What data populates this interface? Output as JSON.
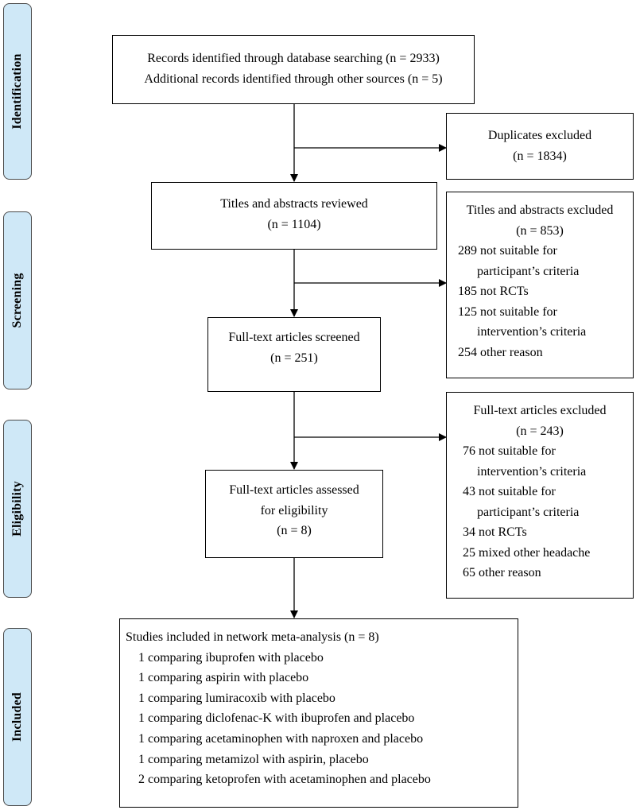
{
  "stages": [
    "Identification",
    "Screening",
    "Eligibility",
    "Included"
  ],
  "boxes": {
    "records": {
      "lines": [
        "Records identified through database searching (n = 2933)",
        "Additional records identified through other sources (n = 5)"
      ]
    },
    "duplicates": {
      "lines": [
        "Duplicates excluded",
        "(n = 1834)"
      ]
    },
    "titles_reviewed": {
      "lines": [
        "Titles and abstracts reviewed",
        "(n = 1104)"
      ]
    },
    "titles_excluded": {
      "header": [
        "Titles and abstracts excluded",
        "(n = 853)"
      ],
      "items": [
        "289 not suitable for",
        "participant’s criteria",
        "185 not RCTs",
        "125 not suitable for",
        "intervention’s criteria",
        "254 other reason"
      ]
    },
    "fulltext_screened": {
      "lines": [
        "Full-text articles screened",
        "(n = 251)"
      ]
    },
    "fulltext_excluded": {
      "header": [
        "Full-text articles excluded",
        "(n = 243)"
      ],
      "items": [
        "76 not suitable for",
        "intervention’s criteria",
        "43 not suitable for",
        "participant’s criteria",
        "34 not RCTs",
        "25 mixed other headache",
        "65 other reason"
      ]
    },
    "assessed": {
      "lines": [
        "Full-text articles assessed",
        "for eligibility",
        "(n = 8)"
      ]
    },
    "included": {
      "header": "Studies included in network meta-analysis (n = 8)",
      "items": [
        "1 comparing ibuprofen with placebo",
        "1 comparing aspirin with placebo",
        "1 comparing lumiracoxib with placebo",
        "1 comparing diclofenac-K with ibuprofen and placebo",
        "1 comparing acetaminophen with naproxen and placebo",
        "1 comparing metamizol with aspirin, placebo",
        "2 comparing ketoprofen with acetaminophen and placebo"
      ]
    }
  },
  "colors": {
    "stage_fill": "#cfe8f7",
    "border": "#000000"
  }
}
